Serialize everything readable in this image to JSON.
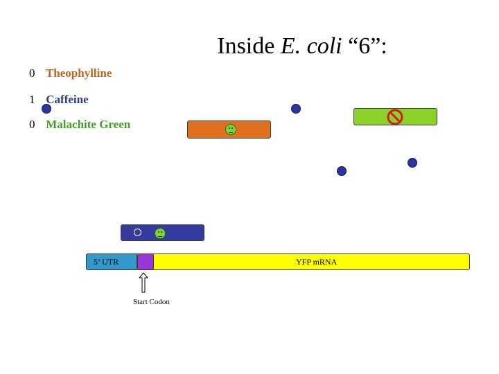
{
  "title": {
    "prefix": "Inside",
    "organism": "E. coli",
    "suffix": "“6”:"
  },
  "legend": [
    {
      "count": "0",
      "name": "Theophylline",
      "color": "#c0641e"
    },
    {
      "count": "1",
      "name": "Caffeine",
      "color": "#2f3a8f"
    },
    {
      "count": "0",
      "name": "Malachite Green",
      "color": "#3fa225"
    }
  ],
  "construct": {
    "utr_label": "5’ UTR",
    "mrna_label": "YFP mRNA",
    "start_codon_label": "Start Codon"
  },
  "colors": {
    "molecule": "#2b35a0",
    "theophylline_aptamer": "#e07020",
    "caffeine_aptamer": "#353a9e",
    "malachite_aptamer": "#8cd12a",
    "utr": "#3399cc",
    "rbs": "#9a36d8",
    "mrna": "#ffff00",
    "no_sign": "#d21c1c"
  },
  "icons": [
    "smiley-icon",
    "no-sign-icon",
    "arrow-up-icon",
    "circle-icon"
  ]
}
